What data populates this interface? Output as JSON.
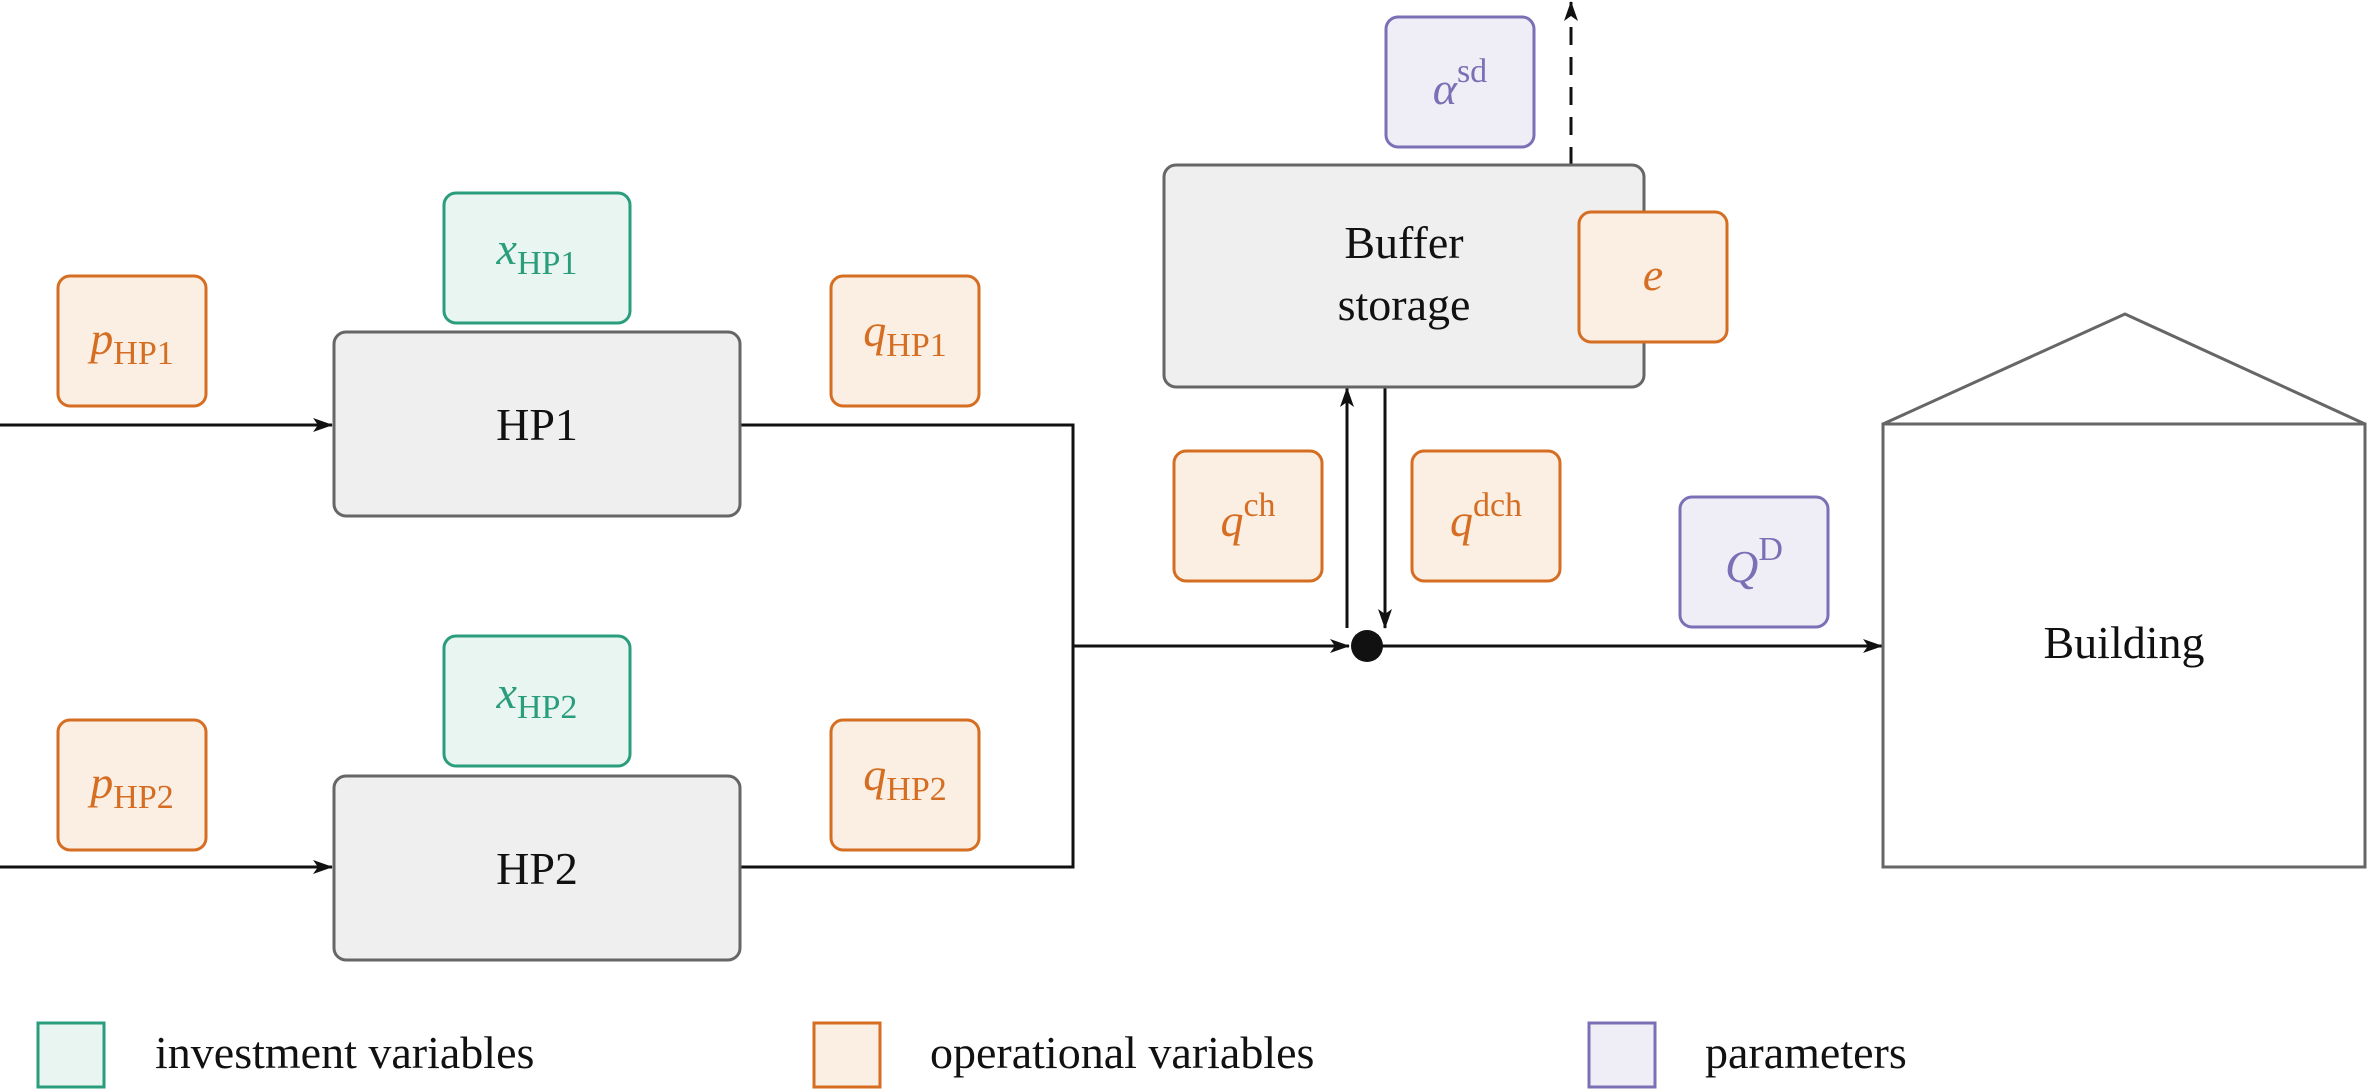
{
  "colors": {
    "investment_fill": "#e8f5f0",
    "investment_stroke": "#2a9d7c",
    "investment_text": "#2a9d7c",
    "operational_fill": "#fbeee2",
    "operational_stroke": "#d56e22",
    "operational_text": "#d56e22",
    "parameter_fill": "#efeef6",
    "parameter_stroke": "#7b6fb5",
    "parameter_text": "#7b6fb5",
    "component_fill": "#efefef",
    "component_stroke": "#666666"
  },
  "components": {
    "hp1": "HP1",
    "hp2": "HP2",
    "buffer_line1": "Buffer",
    "buffer_line2": "storage",
    "building": "Building"
  },
  "variables": {
    "p_hp1": {
      "base": "p",
      "sub": "HP1"
    },
    "p_hp2": {
      "base": "p",
      "sub": "HP2"
    },
    "x_hp1": {
      "base": "x",
      "sub": "HP1"
    },
    "x_hp2": {
      "base": "x",
      "sub": "HP2"
    },
    "q_hp1": {
      "base": "q",
      "sub": "HP1"
    },
    "q_hp2": {
      "base": "q",
      "sub": "HP2"
    },
    "q_ch": {
      "base": "q",
      "sup": "ch"
    },
    "q_dch": {
      "base": "q",
      "sup": "dch"
    },
    "e": {
      "base": "e"
    },
    "alpha_sd": {
      "base": "α",
      "sup": "sd"
    },
    "Q_D": {
      "base": "Q",
      "sup": "D"
    }
  },
  "legend": {
    "investment": "investment variables",
    "operational": "operational variables",
    "parameters": "parameters"
  }
}
